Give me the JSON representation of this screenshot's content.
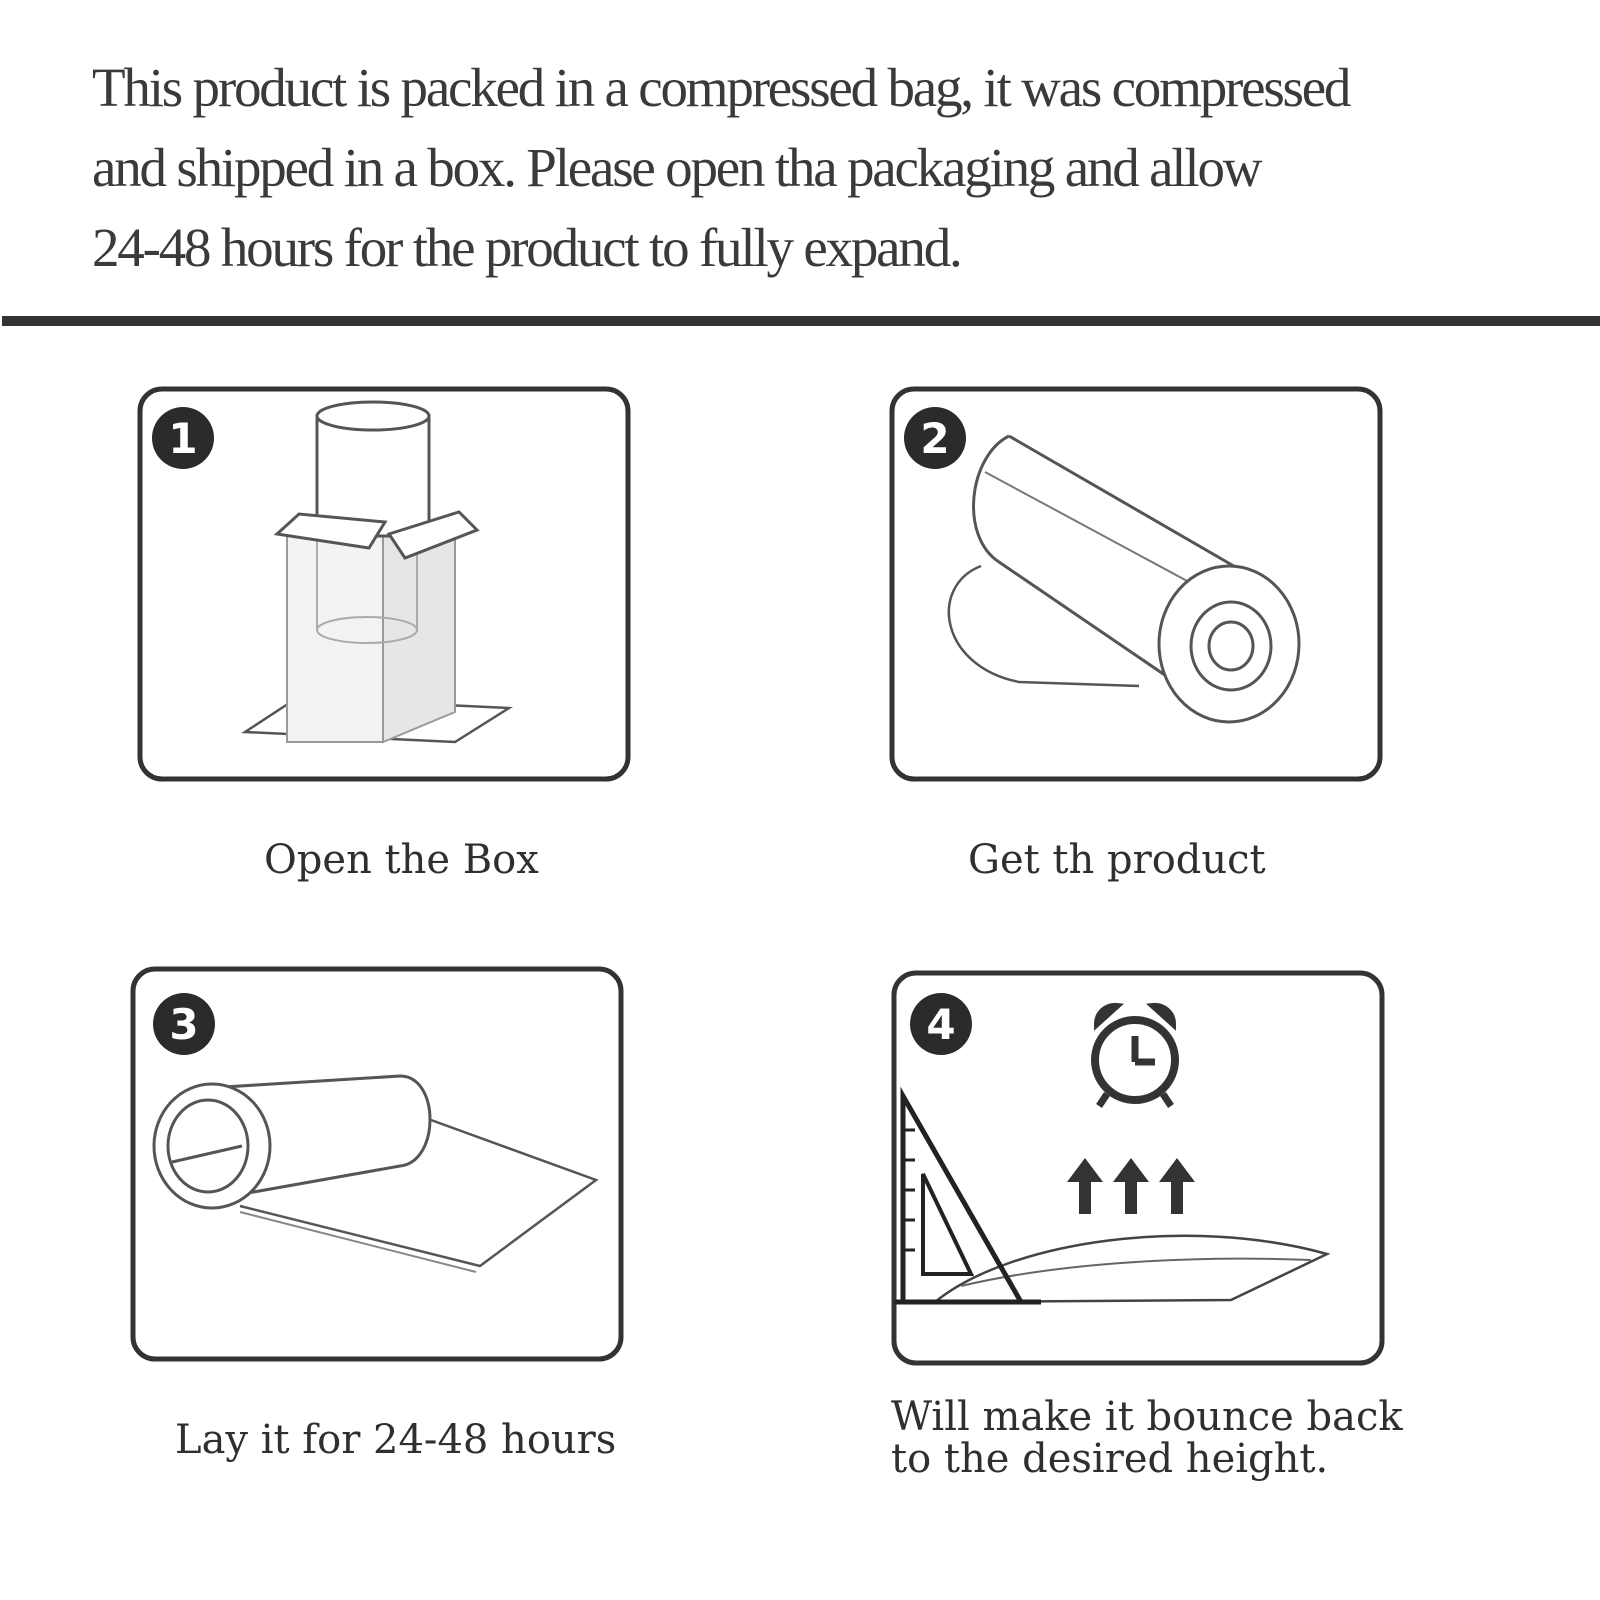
{
  "intro": {
    "lines": [
      "This product is packed in a compressed bag, it was compressed",
      "and shipped in a box. Please open tha packaging and allow",
      "24-48 hours for the product to fully expand."
    ]
  },
  "steps": [
    {
      "number": "1",
      "caption": "Open the Box",
      "icon": "box-unpacking-illustration"
    },
    {
      "number": "2",
      "caption": "Get th product",
      "icon": "rolled-product-illustration"
    },
    {
      "number": "3",
      "caption": "Lay it for 24-48 hours",
      "icon": "unrolling-product-illustration"
    },
    {
      "number": "4",
      "caption_lines": [
        "Will make it bounce back",
        "to the desired height."
      ],
      "icon": "expanding-product-illustration"
    }
  ],
  "colors": {
    "ink": "#333333",
    "badge": "#2b2b2b",
    "sketch": "#444444"
  }
}
